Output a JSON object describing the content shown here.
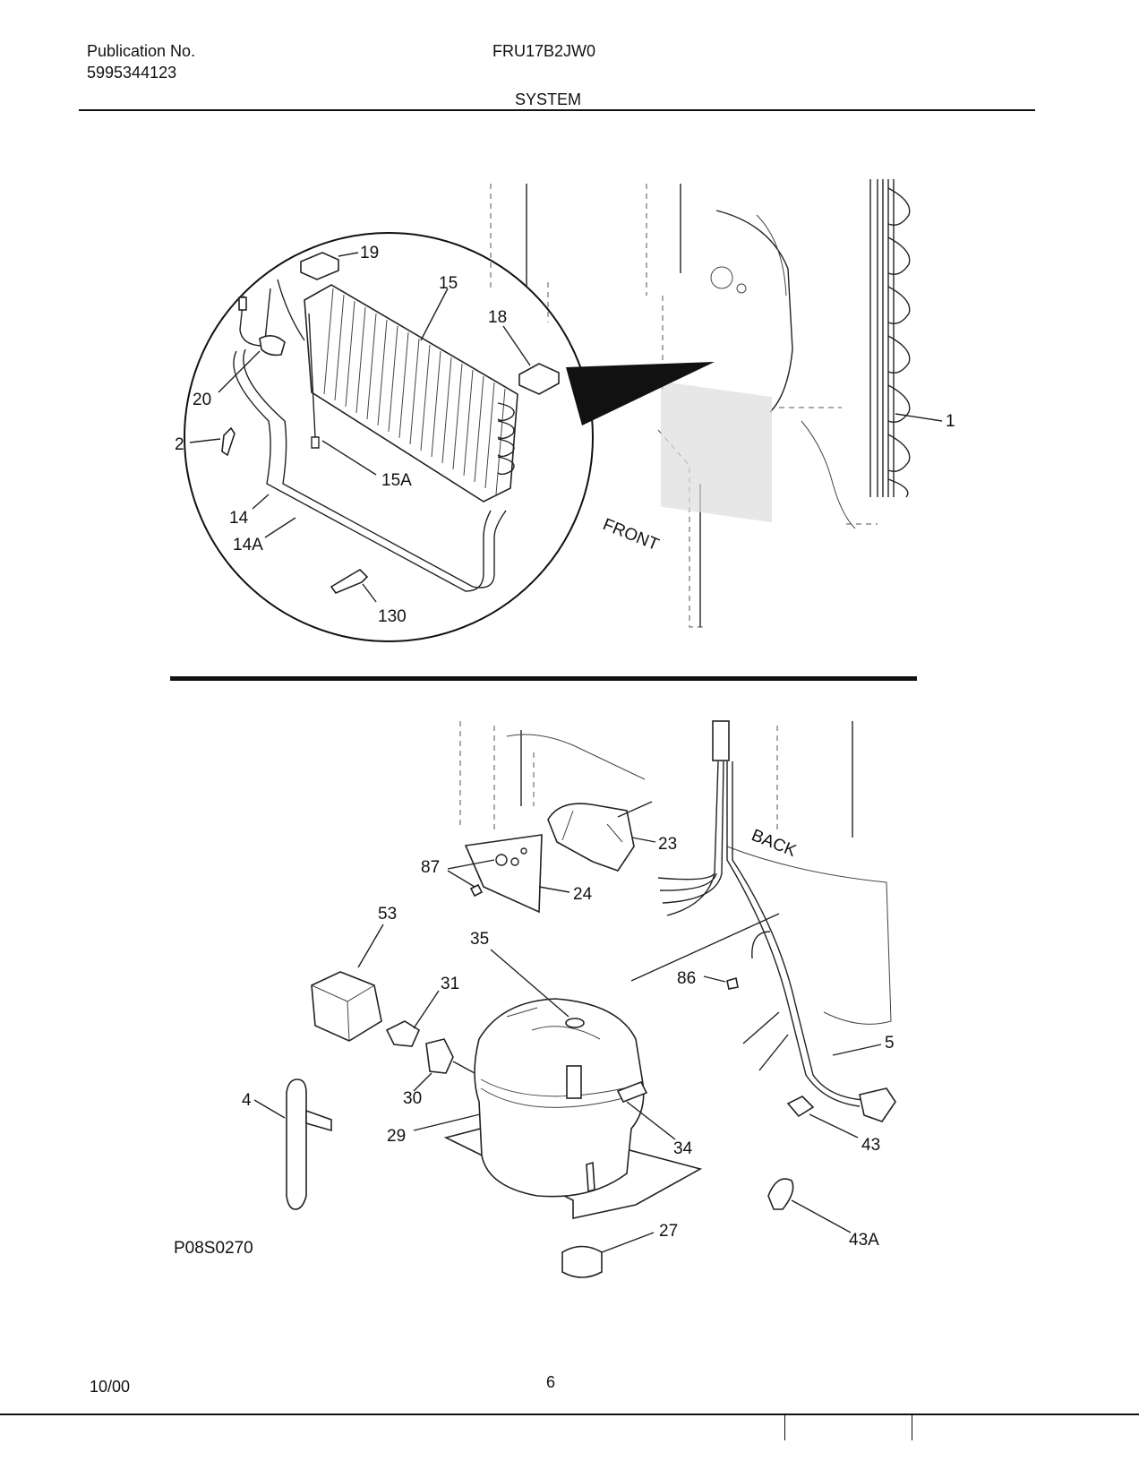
{
  "header": {
    "publication_label": "Publication No.",
    "publication_number": "5995344123",
    "model": "FRU17B2JW0",
    "section": "SYSTEM"
  },
  "diagram": {
    "orientation_labels": {
      "front": "FRONT",
      "back": "BACK"
    },
    "figure_code": "P08S0270",
    "callouts_top": [
      "19",
      "15",
      "18",
      "20",
      "2",
      "15A",
      "14",
      "14A",
      "130",
      "1"
    ],
    "callouts_bottom": [
      "23",
      "87",
      "24",
      "53",
      "35",
      "31",
      "86",
      "5",
      "30",
      "4",
      "29",
      "34",
      "43",
      "27",
      "43A"
    ]
  },
  "footer": {
    "date": "10/00",
    "page": "6"
  }
}
